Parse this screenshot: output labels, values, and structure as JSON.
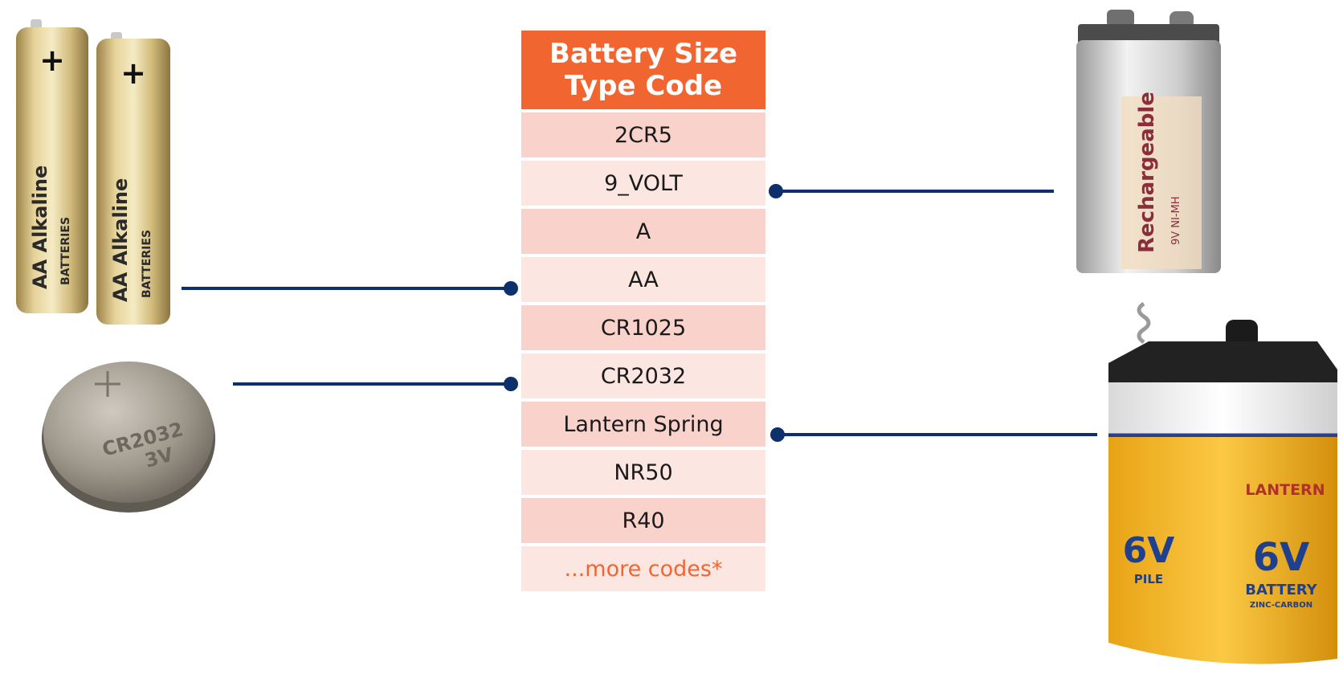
{
  "table": {
    "header_line1": "Battery Size",
    "header_line2": "Type Code",
    "rows": [
      "2CR5",
      "9_VOLT",
      "A",
      "AA",
      "CR1025",
      "CR2032",
      "Lantern Spring",
      "NR50",
      "R40",
      "...more codes*"
    ]
  },
  "batteries": {
    "aa_label": "AA Alkaline",
    "aa_sub": "BATTERIES",
    "coin_label": "CR2032",
    "coin_voltage": "3V",
    "nine_volt_label": "Rechargeable",
    "nine_volt_sub": "9V NI-MH",
    "lantern_brand": "LANTERN",
    "lantern_voltage": "6V",
    "lantern_sub1": "PILE",
    "lantern_sub2": "BATTERY",
    "lantern_sub3": "ZINC-CARBON"
  },
  "colors": {
    "header": "#f16531",
    "row_dark": "#f9d2cb",
    "row_light": "#fce6e2",
    "connector": "#0d2f6b",
    "more_text": "#f16531"
  }
}
